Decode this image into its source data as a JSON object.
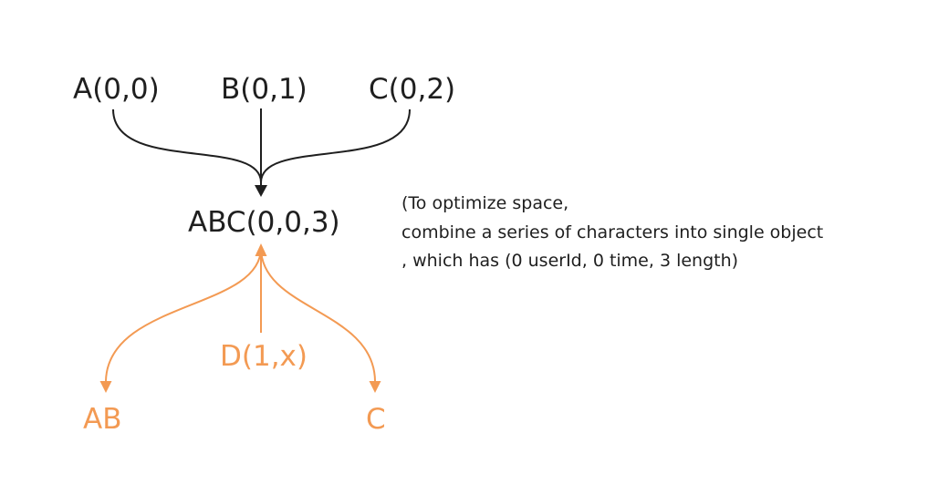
{
  "colors": {
    "ink": "#1f1f1f",
    "accent_orange": "#f39a53",
    "background": "#ffffff"
  },
  "nodes": {
    "a": "A(0,0)",
    "b": "B(0,1)",
    "c": "C(0,2)",
    "merged": "ABC(0,0,3)",
    "insert": "D(1,x)",
    "split_left": "AB",
    "split_right": "C"
  },
  "note": {
    "line1": "(To optimize space,",
    "line2": "combine a series of characters into single object",
    "line3": ", which has (0 userId, 0 time, 3 length)"
  }
}
